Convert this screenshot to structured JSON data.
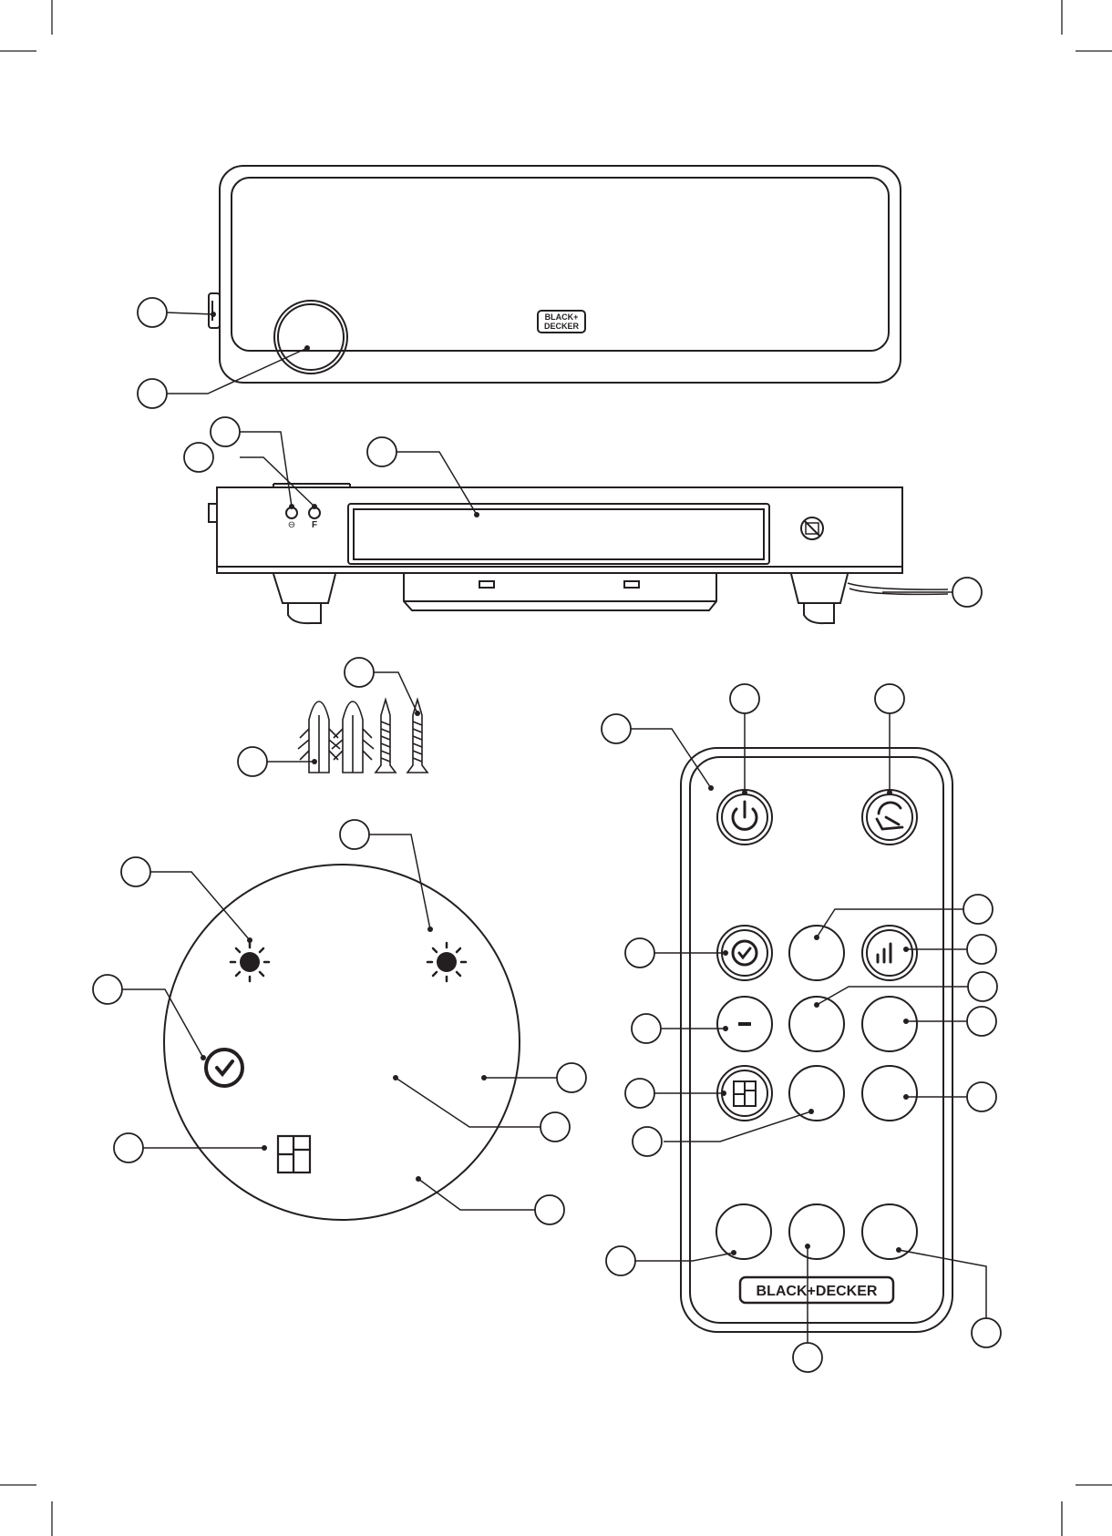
{
  "brand": {
    "heater_logo_line1": "BLACK+",
    "heater_logo_line2": "DECKER",
    "remote_logo": "BLACK+DECKER"
  },
  "side_panel": {
    "indicator_power_symbol": "⊖",
    "indicator_filter_label": "F"
  },
  "colors": {
    "ink": "#231f20",
    "background": "#ffffff"
  },
  "icons": [
    "power-icon",
    "oscillation-icon",
    "timer-icon",
    "fan-bars-icon",
    "minus-icon",
    "display-icon",
    "sun-icon",
    "clock-icon",
    "no-cover-icon"
  ]
}
